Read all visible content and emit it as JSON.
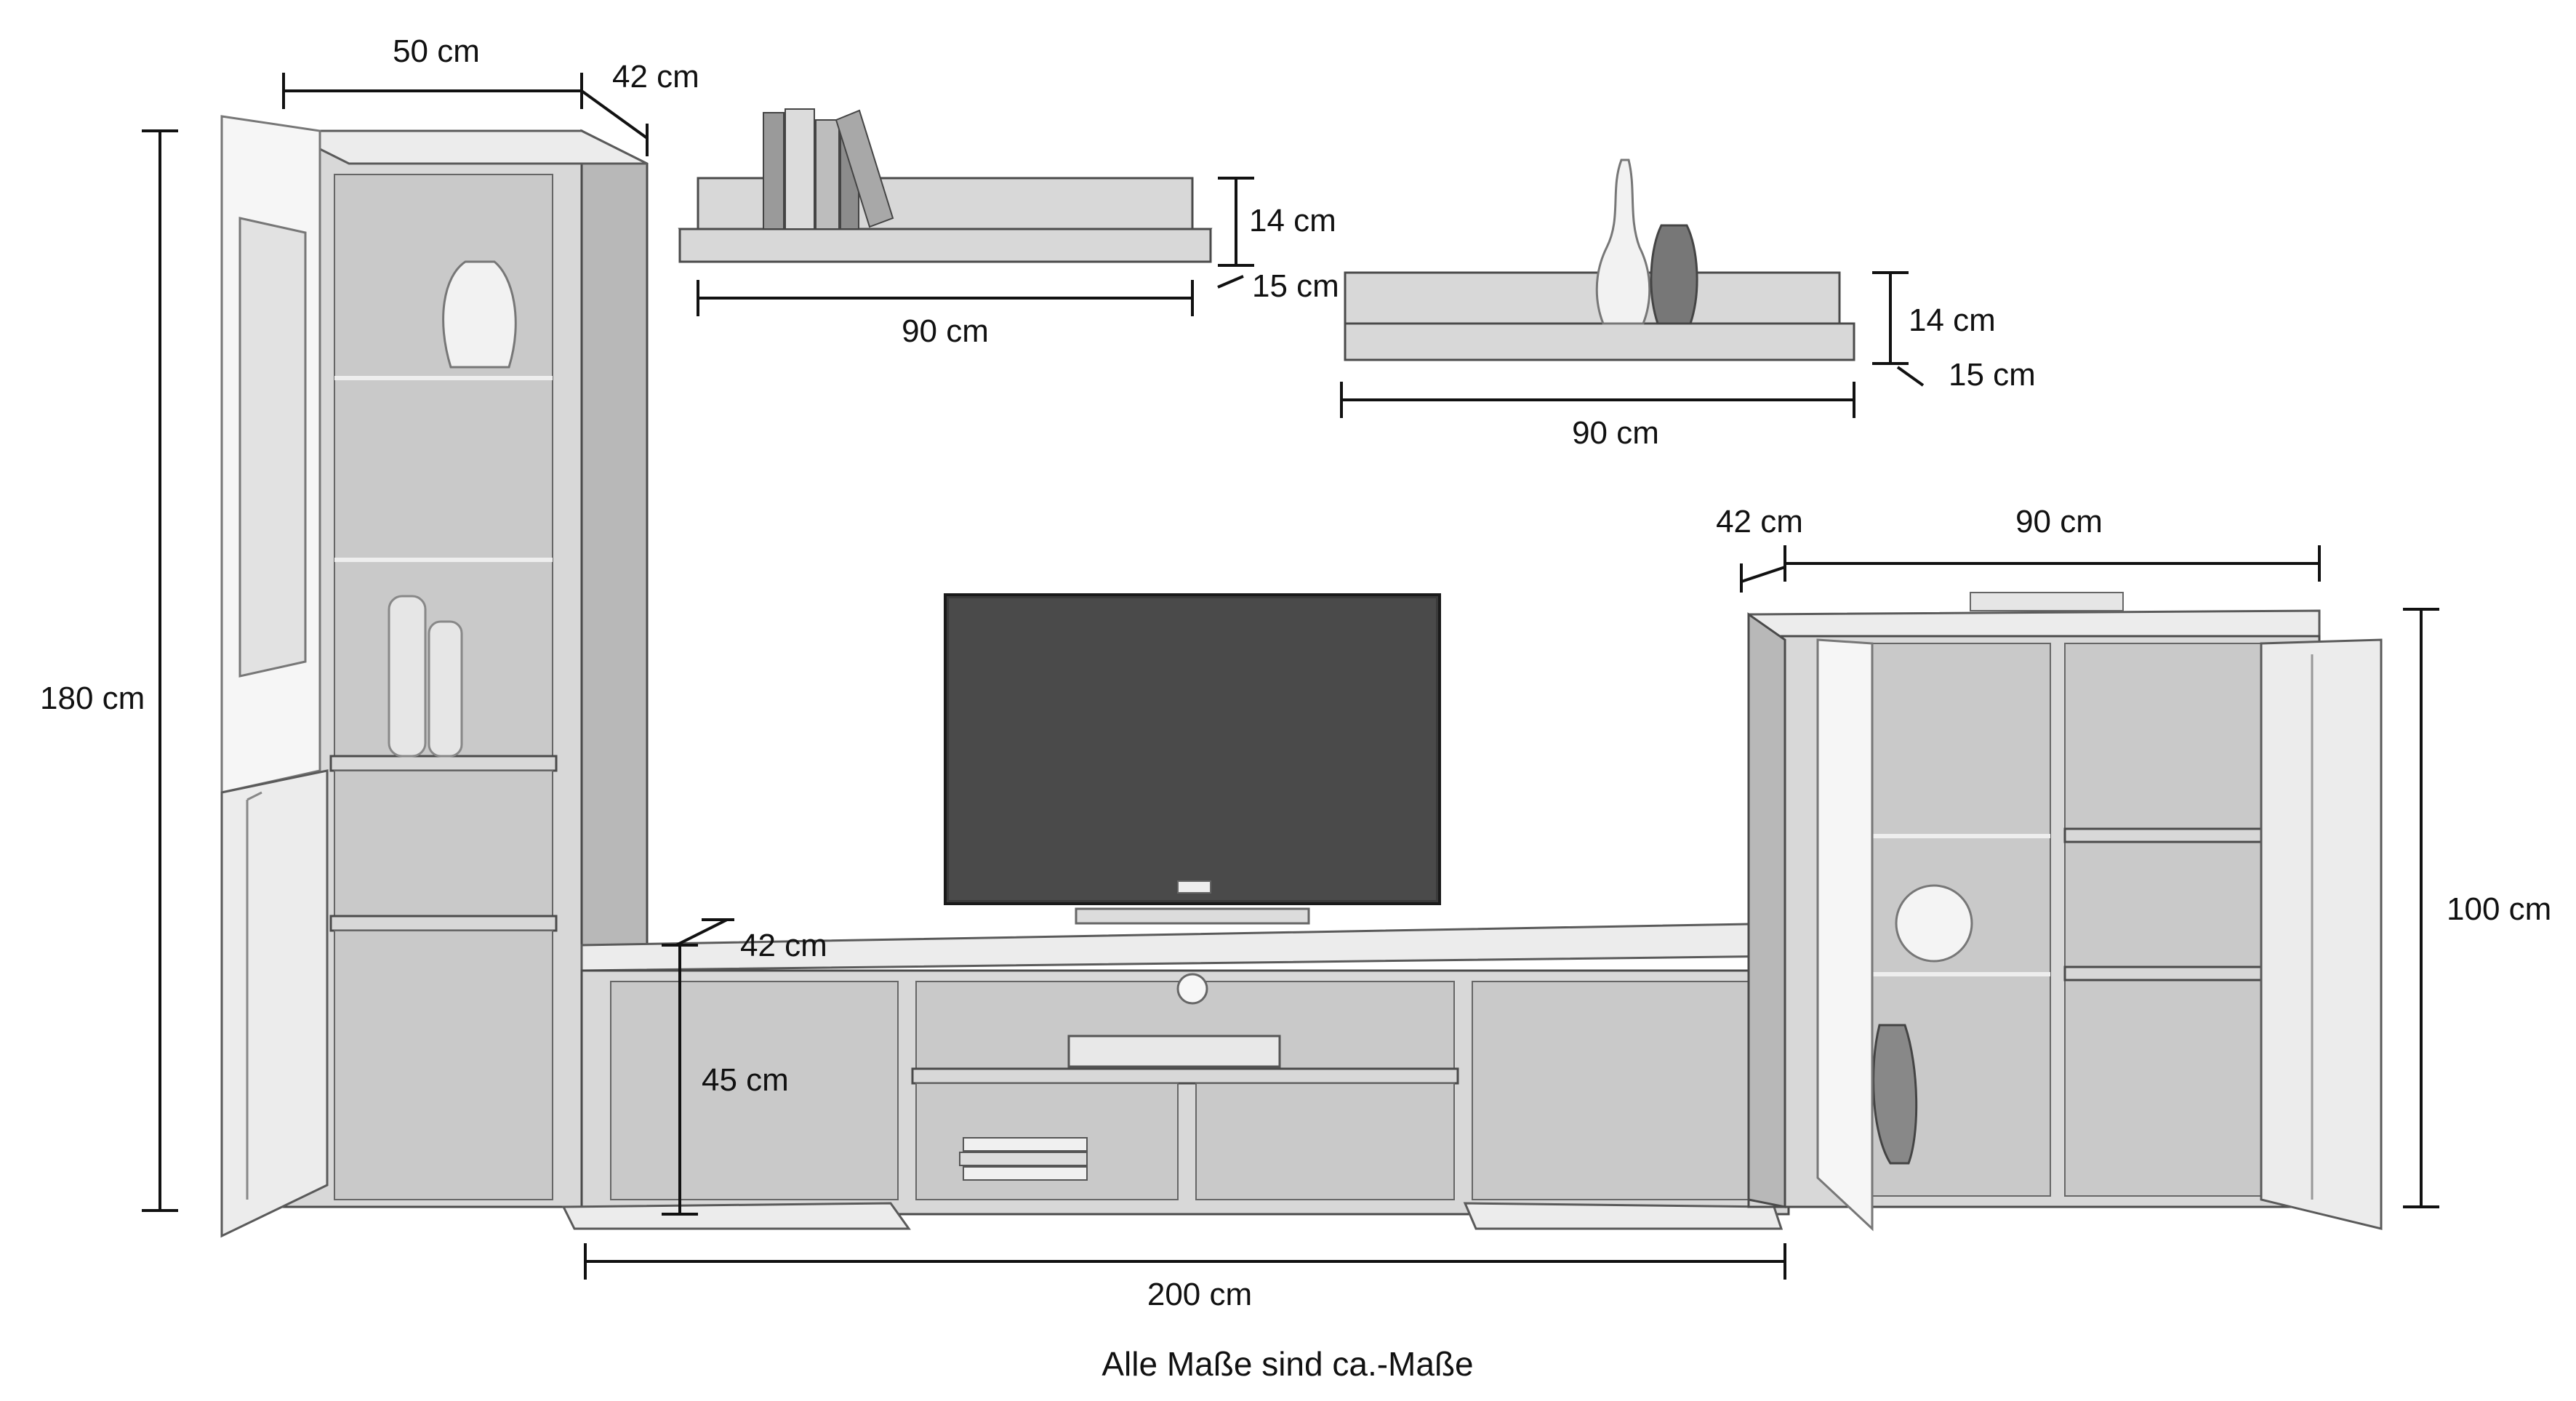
{
  "caption": "Alle Maße sind ca.-Maße",
  "dimensions": {
    "tall_cabinet_width": "50 cm",
    "tall_cabinet_depth": "42 cm",
    "tall_cabinet_height": "180 cm",
    "shelf_left_height": "14 cm",
    "shelf_left_depth": "15 cm",
    "shelf_left_width": "90 cm",
    "shelf_right_height": "14 cm",
    "shelf_right_depth": "15 cm",
    "shelf_right_width": "90 cm",
    "tv_board_depth": "42 cm",
    "tv_board_height": "45 cm",
    "tv_board_width": "200 cm",
    "highboard_depth": "42 cm",
    "highboard_width": "90 cm",
    "highboard_height": "100 cm"
  }
}
